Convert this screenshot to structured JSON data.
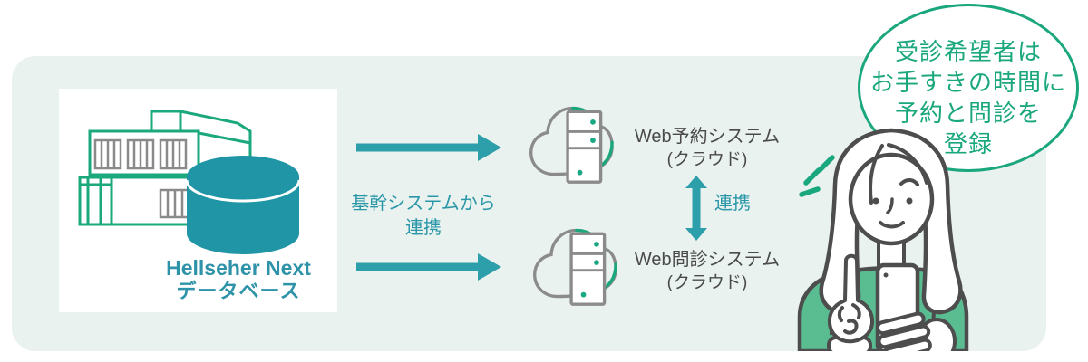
{
  "diagram": {
    "source": {
      "title_line1": "Hellseher Next",
      "title_line2": "データベース"
    },
    "flow": {
      "arrow_label_line1": "基幹システムから",
      "arrow_label_line2": "連携"
    },
    "systems": [
      {
        "name": "Web予約システム",
        "sub": "(クラウド)"
      },
      {
        "name": "Web問診システム",
        "sub": "(クラウド)"
      }
    ],
    "link_label": "連携",
    "bubble": {
      "lines": [
        "受診希望者は",
        "お手すきの時間に",
        "予約と問診を",
        "登録"
      ]
    },
    "colors": {
      "panel_background": "#e9f2ee",
      "arrow_teal": "#2d9fab",
      "database_teal": "#1f95a5",
      "database_text_teal": "#2e93a8",
      "flow_text_teal": "#2a97a9",
      "green_accent": "#1aa77d",
      "building_green": "#1ba87c",
      "sweater_green": "#5abd92",
      "cloud_gray": "#8b8b8b",
      "window_gray": "#8a8a8a",
      "illustration_outline": "#4d4d4d",
      "label_gray": "#4a4a4a"
    }
  }
}
